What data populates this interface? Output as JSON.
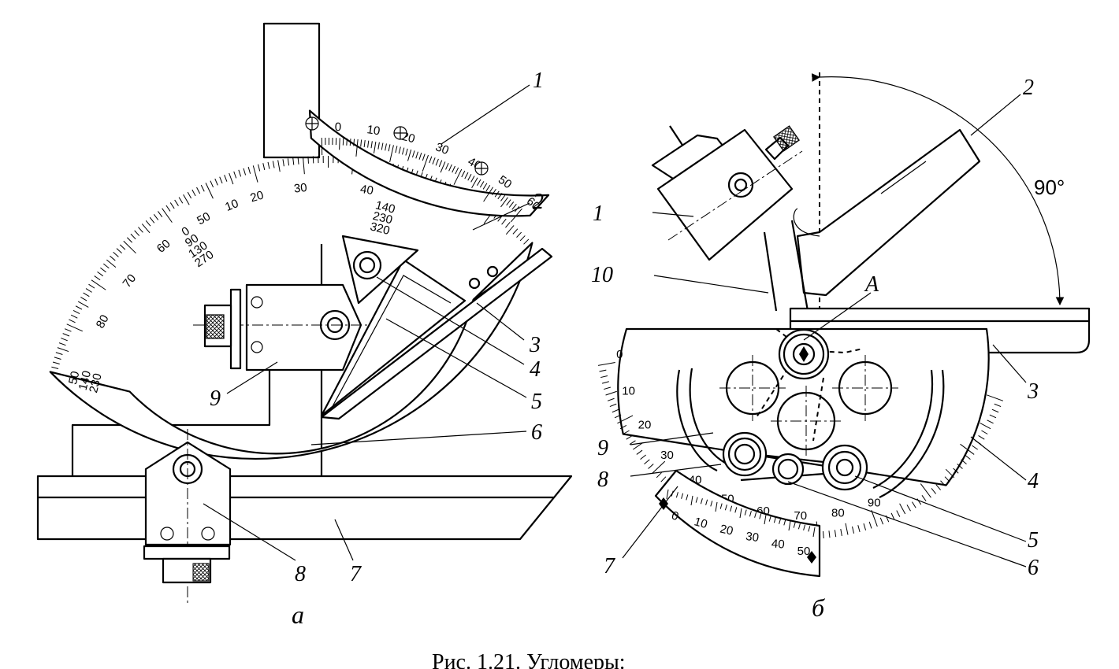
{
  "caption": "Рис. 1.21. Угломеры:",
  "panel_a": {
    "label": "а",
    "callouts": [
      "1",
      "2",
      "3",
      "4",
      "5",
      "6",
      "7",
      "8",
      "9"
    ],
    "vernier_scale": [
      "0",
      "10",
      "20",
      "30",
      "40",
      "50",
      "60"
    ],
    "main_scale": [
      "10",
      "20",
      "30",
      "40",
      "50",
      "60",
      "70",
      "80"
    ],
    "stack_0": [
      "0",
      "90",
      "130",
      "270"
    ],
    "stack_50": [
      "50",
      "140",
      "230"
    ],
    "stack_right": [
      "140",
      "230",
      "320"
    ]
  },
  "panel_b": {
    "label": "б",
    "callouts": [
      "1",
      "2",
      "3",
      "4",
      "5",
      "6",
      "7",
      "8",
      "9",
      "10"
    ],
    "point_label": "A",
    "angle_label": "90°",
    "main_scale": [
      "0",
      "10",
      "20",
      "30",
      "40",
      "50",
      "60",
      "70",
      "80",
      "90"
    ],
    "vernier_scale": [
      "0",
      "10",
      "20",
      "30",
      "40",
      "50"
    ]
  }
}
